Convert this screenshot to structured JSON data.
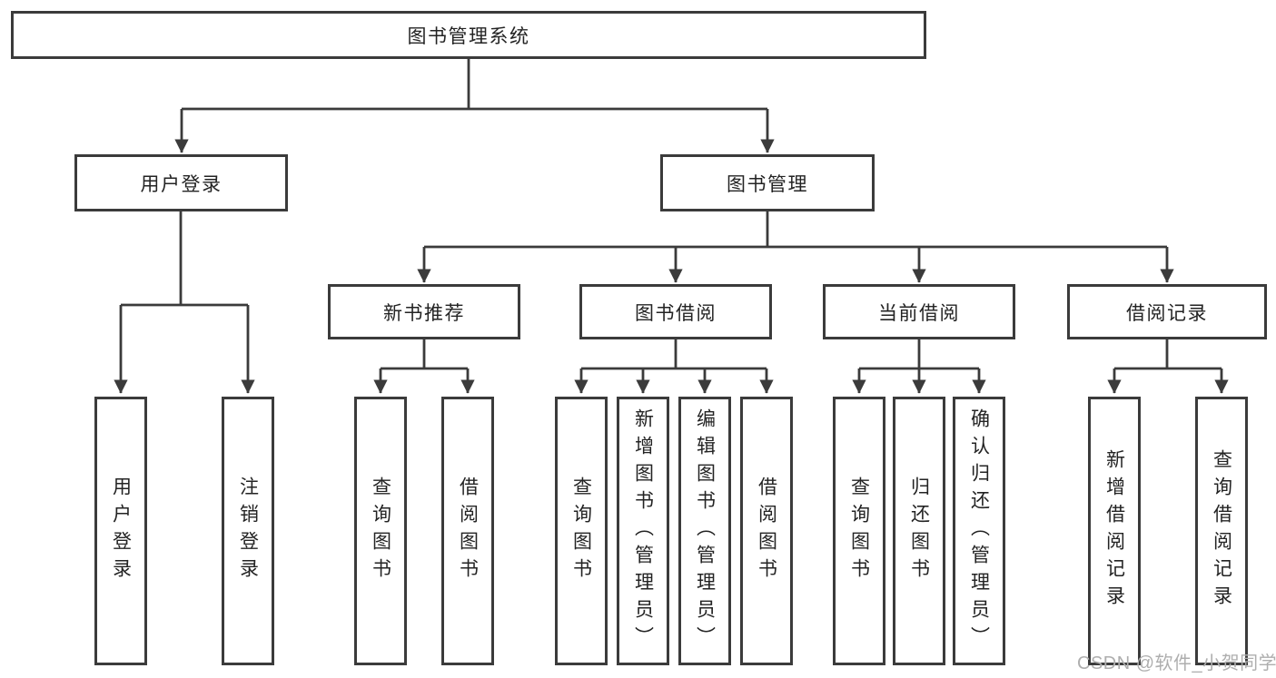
{
  "diagram": {
    "type": "functional-structure-tree",
    "colors": {
      "line": "#3b3b3b",
      "box_border": "#3b3b3b",
      "box_background": "#ffffff",
      "text": "#232323",
      "watermark": "#aeaeae",
      "page_background": "#ffffff"
    },
    "tree": {
      "label": "图书管理系统",
      "children": [
        {
          "label": "用户登录",
          "children": [
            {
              "label": "用户登录"
            },
            {
              "label": "注销登录"
            }
          ]
        },
        {
          "label": "图书管理",
          "children": [
            {
              "label": "新书推荐",
              "children": [
                {
                  "label": "查询图书"
                },
                {
                  "label": "借阅图书"
                }
              ]
            },
            {
              "label": "图书借阅",
              "children": [
                {
                  "label": "查询图书"
                },
                {
                  "label": "新增图书（管理员）"
                },
                {
                  "label": "编辑图书（管理员）"
                },
                {
                  "label": "借阅图书"
                }
              ]
            },
            {
              "label": "当前借阅",
              "children": [
                {
                  "label": "查询图书"
                },
                {
                  "label": "归还图书"
                },
                {
                  "label": "确认归还（管理员）"
                }
              ]
            },
            {
              "label": "借阅记录",
              "children": [
                {
                  "label": "新增借阅记录"
                },
                {
                  "label": "查询借阅记录"
                }
              ]
            }
          ]
        }
      ]
    }
  },
  "watermark": {
    "text": "CSDN @软件_小贺同学"
  }
}
